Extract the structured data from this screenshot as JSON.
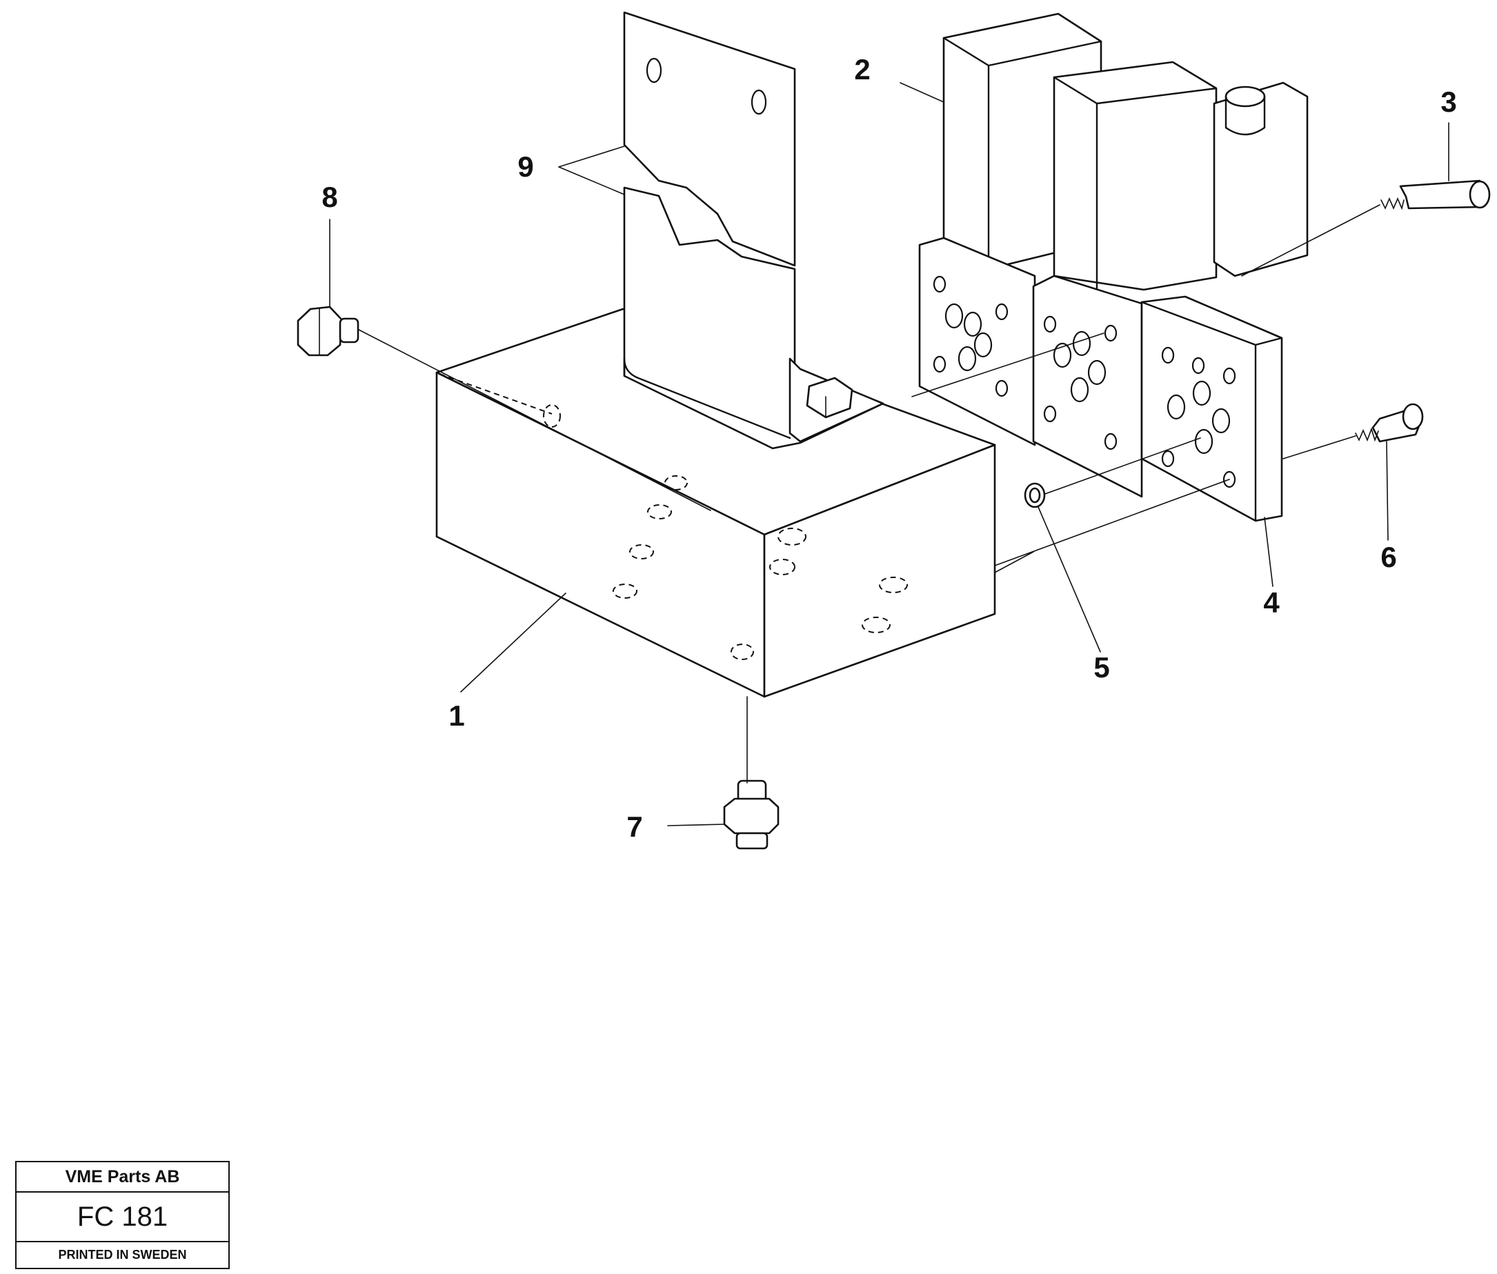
{
  "callouts": [
    "1",
    "2",
    "3",
    "4",
    "5",
    "6",
    "7",
    "8",
    "9"
  ],
  "stamp": {
    "company": "VME Parts AB",
    "figure_code": "FC 181",
    "printed": "PRINTED IN SWEDEN"
  }
}
